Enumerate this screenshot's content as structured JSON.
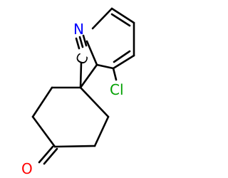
{
  "atoms": {
    "nitrogen_ring": {
      "symbol": "N",
      "color": "#0000ff"
    },
    "nitrogen_nitrile": {
      "symbol": "N",
      "color": "#0000ff"
    },
    "carbon_nitrile": {
      "symbol": "C",
      "color": "#000000"
    },
    "chlorine": {
      "symbol": "Cl",
      "color": "#00a000"
    },
    "oxygen": {
      "symbol": "O",
      "color": "#ff0000"
    }
  },
  "colors": {
    "bond": "#000000",
    "background": "#ffffff"
  }
}
